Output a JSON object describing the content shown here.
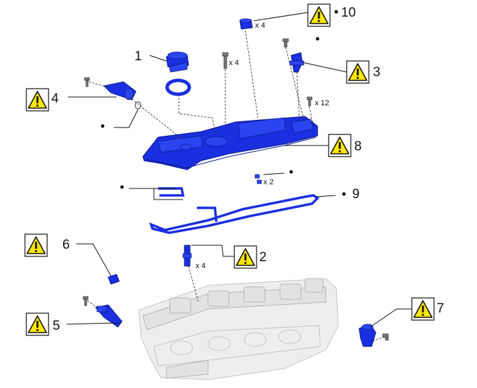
{
  "callouts": [
    {
      "id": "c1",
      "number": "1"
    },
    {
      "id": "c2",
      "number": "2",
      "quantity": "x 4"
    },
    {
      "id": "c3",
      "number": "3"
    },
    {
      "id": "c4",
      "number": "4"
    },
    {
      "id": "c5",
      "number": "5"
    },
    {
      "id": "c6",
      "number": "6"
    },
    {
      "id": "c7",
      "number": "7"
    },
    {
      "id": "c8",
      "number": "8"
    },
    {
      "id": "c9",
      "number": "9"
    },
    {
      "id": "c10",
      "number": "10",
      "quantity": "x 4"
    }
  ],
  "bolt_quantities": {
    "cover_bolts": "x 12",
    "stud_bolts": "x 4",
    "gasket_plugs": "x 2"
  },
  "icons": {
    "caution": "caution-warning-triangle-icon",
    "bullet": "non-reusable-part-dot"
  },
  "colors": {
    "part_highlight": "#1a2fe0",
    "caution_fill": "#ffe800",
    "background_part": "#e6e6e6"
  }
}
